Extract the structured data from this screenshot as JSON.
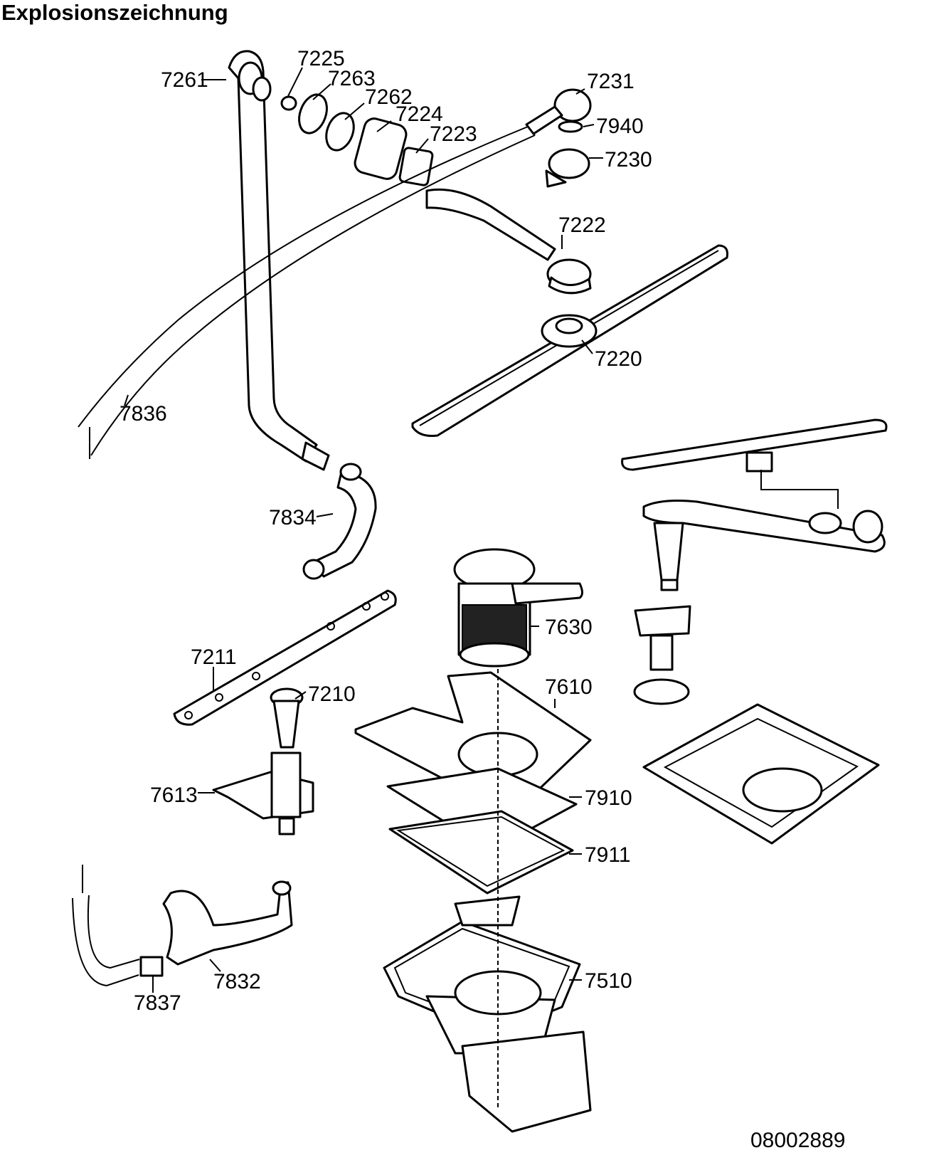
{
  "title": "Explosionszeichnung",
  "drawing_number": "08002889",
  "callouts": {
    "c7261": "7261",
    "c7225": "7225",
    "c7263": "7263",
    "c7262": "7262",
    "c7224": "7224",
    "c7223": "7223",
    "c7231": "7231",
    "c7940": "7940",
    "c7230": "7230",
    "c7222": "7222",
    "c7220": "7220",
    "c7836": "7836",
    "c7834": "7834",
    "c7630": "7630",
    "c7211": "7211",
    "c7210": "7210",
    "c7610": "7610",
    "c7613": "7613",
    "c7910": "7910",
    "c7911": "7911",
    "c7510": "7510",
    "c7832": "7832",
    "c7837": "7837"
  }
}
